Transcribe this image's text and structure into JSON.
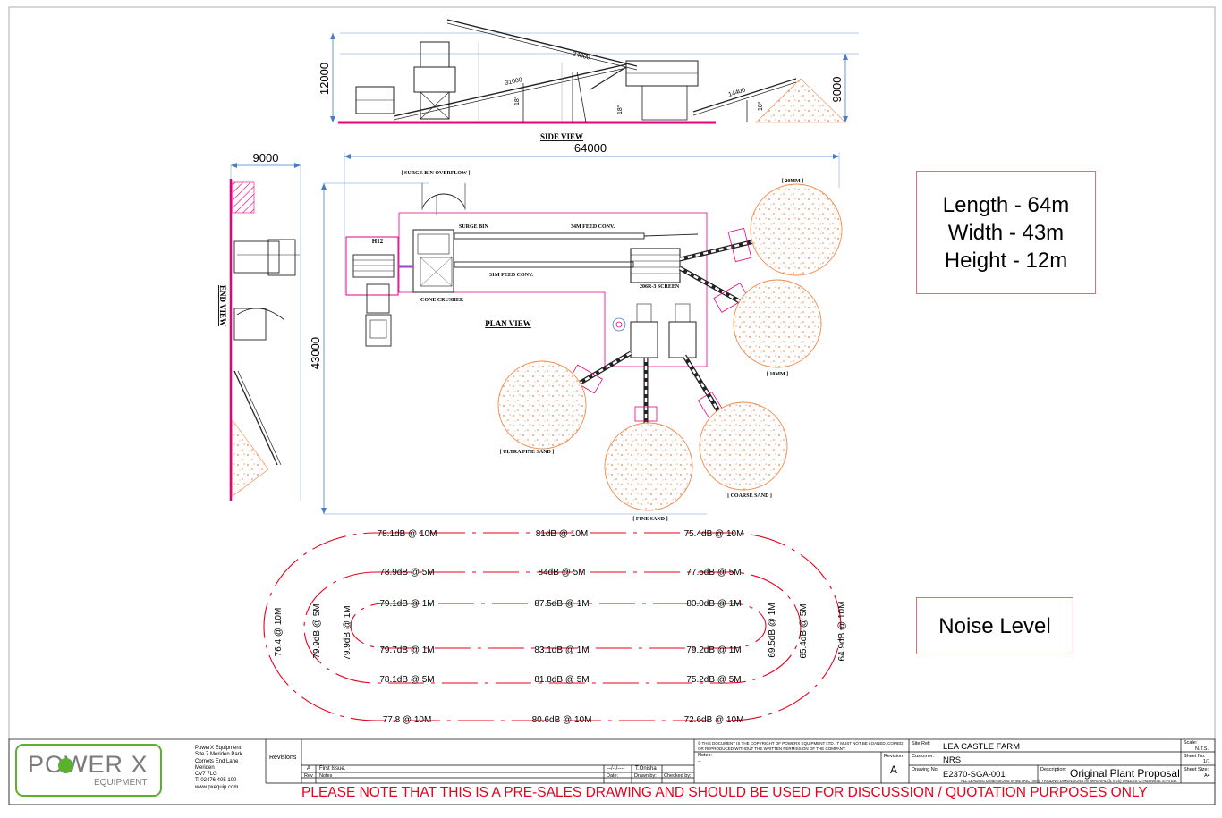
{
  "colors": {
    "accent": "#e6007e",
    "red": "#e8001c",
    "orange": "#f08a4b",
    "box_border": "#e46b7a",
    "logo_green": "#5bb030",
    "logo_gray": "#7b7b7b"
  },
  "side_view": {
    "title": "SIDE VIEW",
    "height_left": "12000",
    "height_right": "9000",
    "conv_long": "34000",
    "conv_mid": "31000",
    "conv_short": "14400",
    "angle": "18°"
  },
  "plan_view": {
    "title": "PLAN VIEW",
    "width_dim": "64000",
    "height_dim": "43000",
    "labels": {
      "surge_overflow": "[ SURGE BIN OVERFLOW ]",
      "h12": "H12",
      "surge_bin": "SURGE BIN",
      "feed_34": "34M FEED CONV.",
      "feed_31": "31M FEED CONV.",
      "cone": "CONE CRUSHER",
      "screen": "206R-3 SCREEN",
      "mm20": "[ 20MM ]",
      "mm10": "[ 10MM ]",
      "ufs": "[ ULTRA FINE SAND ]",
      "coarse": "[ COARSE SAND ]",
      "fine": "[ FINE SAND ]"
    }
  },
  "end_view": {
    "title": "END VIEW",
    "width_dim": "9000"
  },
  "dimensions_box": {
    "lines": [
      "Length - 64m",
      "Width - 43m",
      "Height - 12m"
    ]
  },
  "noise_box": {
    "label": "Noise Level"
  },
  "noise": {
    "top_10m": [
      "78.1dB @ 10M",
      "81dB @ 10M",
      "75.4dB @ 10M"
    ],
    "top_5m": [
      "78.9dB @ 5M",
      "84dB @ 5M",
      "77.5dB @ 5M"
    ],
    "top_1m": [
      "79.1dB @ 1M",
      "87.5dB @ 1M",
      "80.0dB @ 1M"
    ],
    "bot_1m": [
      "79.7dB @ 1M",
      "83.1dB @ 1M",
      "79.2dB @ 1M"
    ],
    "bot_5m": [
      "78.1dB @ 5M",
      "81.8dB @ 5M",
      "75.2dB @ 5M"
    ],
    "bot_10m": [
      "77.8 @ 10M",
      "80.6dB @ 10M",
      "72.6dB @ 10M"
    ],
    "left": [
      "76.4 @ 10M",
      "79.9dB @ 5M",
      "79.9dB @ 1M"
    ],
    "right": [
      "69.5dB @ 1M",
      "65.4dB @ 5M",
      "64.9dB @ 10M"
    ]
  },
  "title_block": {
    "logo_text": "POWER X",
    "logo_sub": "EQUIPMENT",
    "address": [
      "PowerX Equipment",
      "Site 7 Meriden Park",
      "Cornets End Lane",
      "Meriden",
      "CV7 7LG",
      "T: 02476 405 100",
      "www.pxequip.com"
    ],
    "revisions": "Revisions",
    "rev_row": {
      "rev": "A",
      "notes": "First Issue.",
      "date": "--/--/----",
      "drawn": "T.Onisha"
    },
    "rev_head": {
      "rev": "Rev",
      "notes": "Notes",
      "date": "Date:",
      "drawn": "Drawn by:",
      "checked": "Checked by:"
    },
    "copyright": "© THIS DOCUMENT IS THE COPYRIGHT OF POWERX EQUIPMENT LTD. IT MUST NOT BE LOANED, COPIED OR REPRODUCED WITHOUT THE WRITTEN PERMISSION OF THE COMPANY.",
    "notes_label": "Notes:",
    "notes_value": "--",
    "revision_label": "Revision",
    "revision_value": "A",
    "site_ref_label": "Site Ref:",
    "site_ref": "LEA CASTLE FARM",
    "customer_label": "Customer:",
    "customer": "NRS",
    "drawing_no_label": "Drawing No.",
    "drawing_no": "E2370-SGA-001",
    "description_label": "Description:",
    "description": "Original Plant Proposal",
    "scale_label": "Scale:",
    "scale": "N.T.S.",
    "sheet_no_label": "Sheet No:",
    "sheet_no": "1/1",
    "sheet_size_label": "Sheet Size:",
    "sheet_size": "A4",
    "dims_note": "ALL LEADING DIMENSIONS IN METRIC (mm), TRAILING DIMENSIONS IN IMPERIAL (ft, inch) UNLESS OTHERWISE STATED.",
    "warning": "PLEASE NOTE THAT THIS IS A PRE-SALES DRAWING AND SHOULD BE USED FOR DISCUSSION / QUOTATION PURPOSES ONLY"
  }
}
